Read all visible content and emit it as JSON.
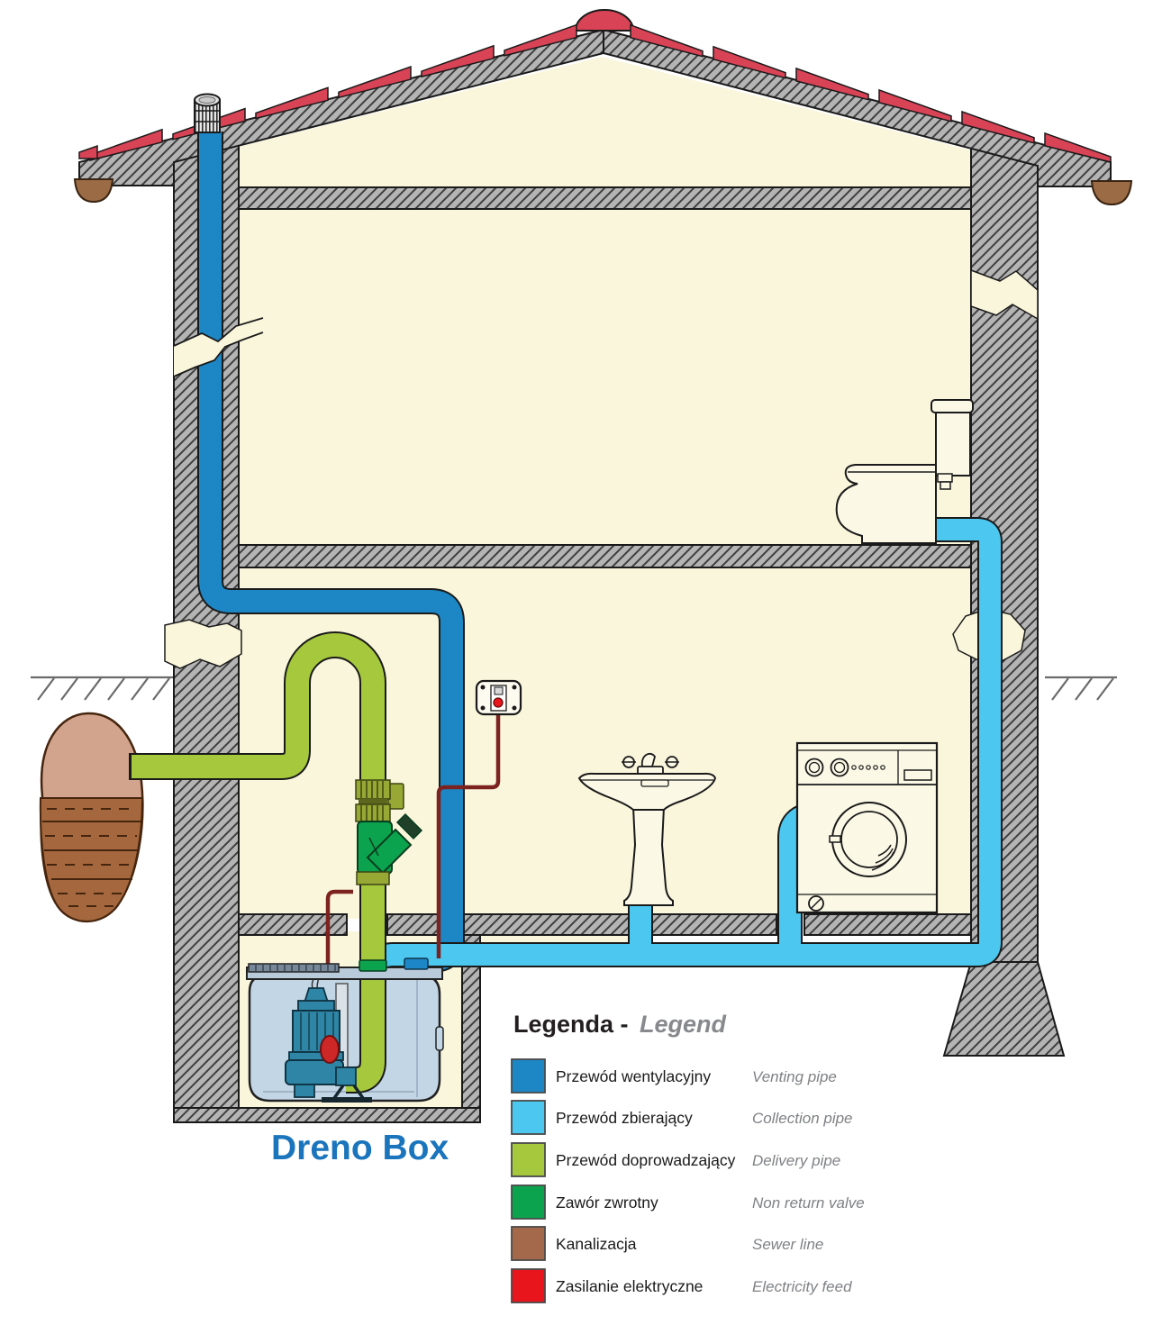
{
  "diagram": {
    "product_label": "Dreno Box",
    "legend": {
      "title_primary": "Legenda -",
      "title_secondary": "Legend",
      "items": [
        {
          "key": "venting-pipe",
          "color": "#1d87c5",
          "pl": "Przewód wentylacyjny",
          "en": "Venting pipe"
        },
        {
          "key": "collection-pipe",
          "color": "#4cc7f0",
          "pl": "Przewód zbierający",
          "en": "Collection pipe"
        },
        {
          "key": "delivery-pipe",
          "color": "#a6c83d",
          "pl": "Przewód doprowadzający",
          "en": "Delivery pipe"
        },
        {
          "key": "non-return-valve",
          "color": "#0ca34e",
          "pl": "Zawór zwrotny",
          "en": "Non return valve"
        },
        {
          "key": "sewer-line",
          "color": "#a4694a",
          "pl": "Kanalizacja",
          "en": "Sewer line"
        },
        {
          "key": "electricity-feed",
          "color": "#e8151d",
          "pl": "Zasilanie elektryczne",
          "en": "Electricity feed"
        }
      ]
    },
    "colors": {
      "venting_pipe": "#1d87c5",
      "collection_pipe": "#4cc7f0",
      "delivery_pipe": "#a6c83d",
      "non_return_valve": "#0ca34e",
      "sewer_brown": "#a5683e",
      "sewer_light": "#d2a48d",
      "electricity_red": "#e8151d",
      "roof_red": "#d84356",
      "wall_gray": "#b4b4b4",
      "interior_cream": "#faf6dc",
      "tank_blue_gray": "#c3d6e6",
      "pump_teal": "#2e85a5",
      "cable_dark_red": "#7c2320",
      "product_label_blue": "#1b75bc"
    }
  }
}
